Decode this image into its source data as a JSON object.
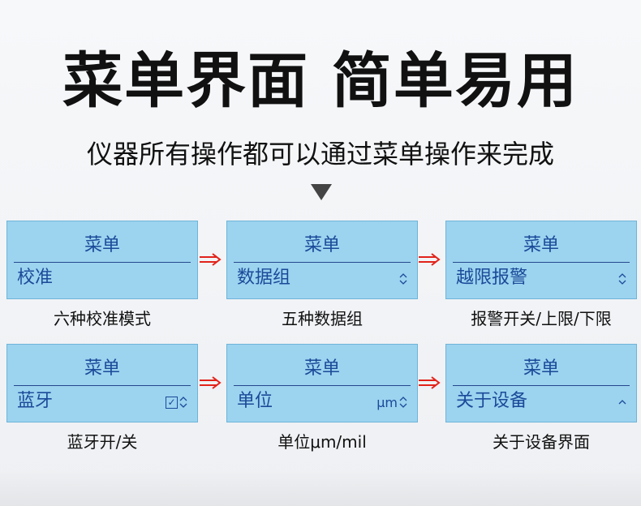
{
  "heading": {
    "title": "菜单界面 简单易用",
    "subtitle": "仪器所有操作都可以通过菜单操作来完成"
  },
  "screens": [
    {
      "menu_title": "菜单",
      "item": "校准",
      "unit": "",
      "caption": "六种校准模式"
    },
    {
      "menu_title": "菜单",
      "item": "数据组",
      "unit": "",
      "caption": "五种数据组"
    },
    {
      "menu_title": "菜单",
      "item": "越限报警",
      "unit": "",
      "caption": "报警开关/上限/下限"
    },
    {
      "menu_title": "菜单",
      "item": "蓝牙",
      "unit": "",
      "caption": "蓝牙开/关"
    },
    {
      "menu_title": "菜单",
      "item": "单位",
      "unit": "μm",
      "caption": "单位μm/mil"
    },
    {
      "menu_title": "菜单",
      "item": "关于设备",
      "unit": "",
      "caption": "关于设备界面"
    }
  ],
  "colors": {
    "lcd_background": "#9cd3ef",
    "lcd_text": "#1b4a99",
    "arrow": "#e2231a"
  }
}
